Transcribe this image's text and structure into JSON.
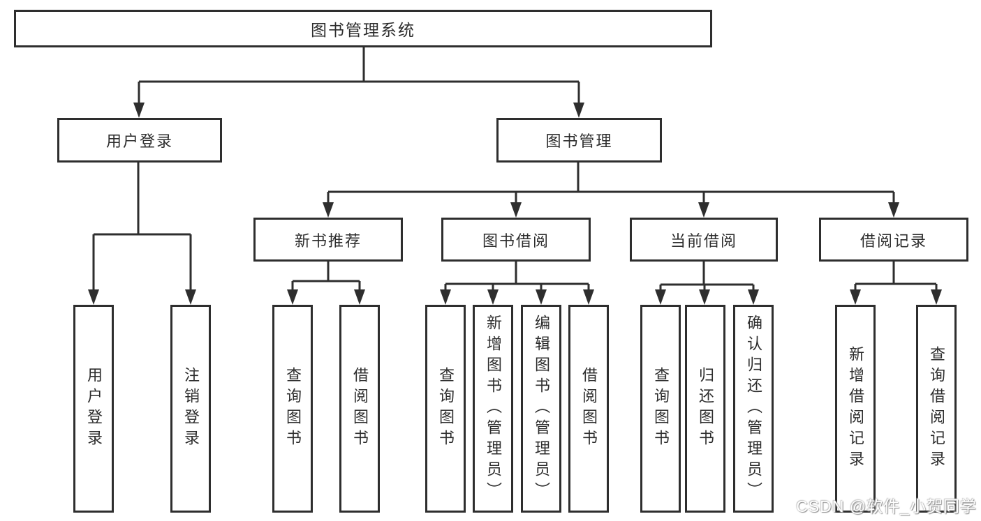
{
  "diagram": {
    "root": {
      "label": "图书管理系统"
    },
    "branches": [
      {
        "label": "用户登录",
        "children": [
          {
            "label": "用户登录"
          },
          {
            "label": "注销登录"
          }
        ]
      },
      {
        "label": "图书管理",
        "children": [
          {
            "label": "新书推荐",
            "children": [
              {
                "label": "查询图书"
              },
              {
                "label": "借阅图书"
              }
            ]
          },
          {
            "label": "图书借阅",
            "children": [
              {
                "label": "查询图书"
              },
              {
                "label": "新增图书（管理员）"
              },
              {
                "label": "编辑图书（管理员）"
              },
              {
                "label": "借阅图书"
              }
            ]
          },
          {
            "label": "当前借阅",
            "children": [
              {
                "label": "查询图书"
              },
              {
                "label": "归还图书"
              },
              {
                "label": "确认归还（管理员）"
              }
            ]
          },
          {
            "label": "借阅记录",
            "children": [
              {
                "label": "新增借阅记录"
              },
              {
                "label": "查询借阅记录"
              }
            ]
          }
        ]
      }
    ]
  },
  "watermark": {
    "text": "CSDN @软件_小贺同学"
  },
  "colors": {
    "line": "#2e2e2e",
    "text": "#2d2d2d",
    "background": "#ffffff",
    "watermark": "#ffffff"
  }
}
